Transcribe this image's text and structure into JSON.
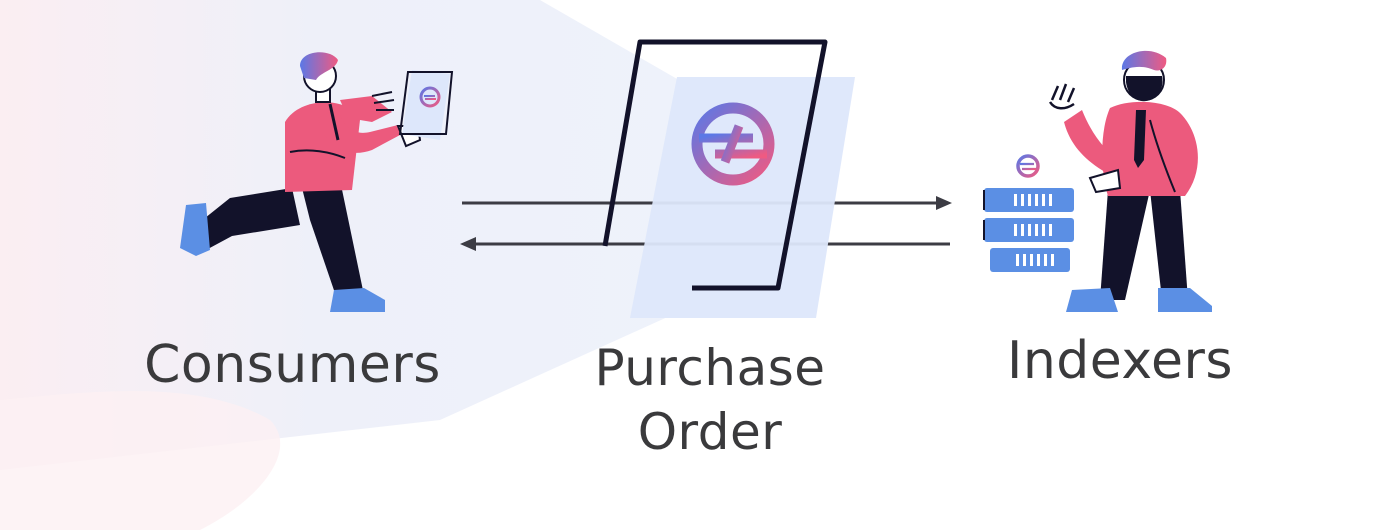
{
  "labels": {
    "consumers": "Consumers",
    "indexers": "Indexers",
    "purchase_order_line1": "Purchase",
    "purchase_order_line2": "Order"
  },
  "colors": {
    "pink": "#ec5a7d",
    "navy": "#12122a",
    "blue": "#5b8fe4",
    "light_blue": "#dde7fb",
    "text": "#3a3a3c",
    "arrow": "#3c3c44",
    "background_shape": "#eef0f9"
  },
  "icons": [
    "subquery-logo-icon",
    "server-rack-icon",
    "document-icon",
    "arrow-right-icon",
    "arrow-left-icon"
  ]
}
